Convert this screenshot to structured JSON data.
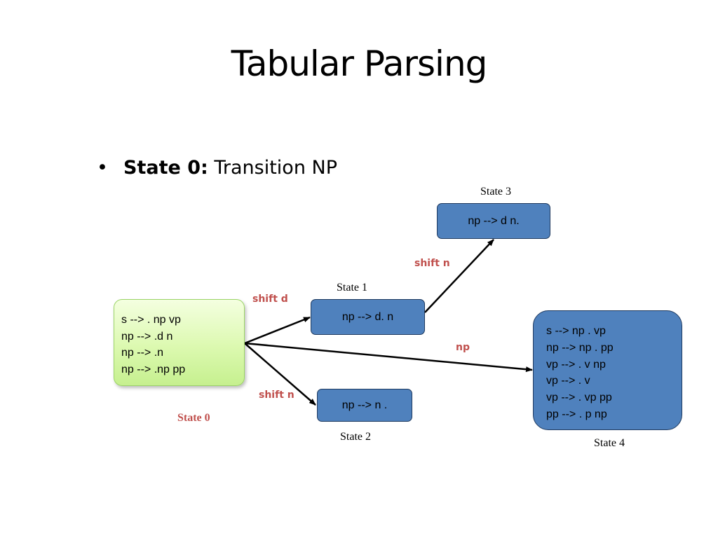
{
  "slide": {
    "title": "Tabular Parsing",
    "bullet": {
      "symbol": "•",
      "strong": "State 0:",
      "text": " Transition NP"
    }
  },
  "states": {
    "state0": {
      "label": "State 0",
      "rules": [
        "s --> . np vp",
        "np --> .d n",
        "np --> .n",
        "np --> .np pp"
      ]
    },
    "state1": {
      "label": "State 1",
      "rules": [
        "np --> d. n"
      ]
    },
    "state2": {
      "label": "State 2",
      "rules": [
        "np --> n ."
      ]
    },
    "state3": {
      "label": "State 3",
      "rules": [
        "np --> d n."
      ]
    },
    "state4": {
      "label": "State 4",
      "rules": [
        "s --> np . vp",
        "np --> np . pp",
        "vp --> . v np",
        "vp --> . v",
        "vp --> . vp pp",
        "pp --> . p np"
      ]
    }
  },
  "transitions": {
    "shift_d": "shift d",
    "shift_n_to_state2": "shift n",
    "shift_n_to_state3": "shift n",
    "np": "np"
  },
  "colors": {
    "state_box_fill": "#4f81bd",
    "start_box_fill": "#d9f7a8",
    "transition_label": "#c0504d"
  }
}
